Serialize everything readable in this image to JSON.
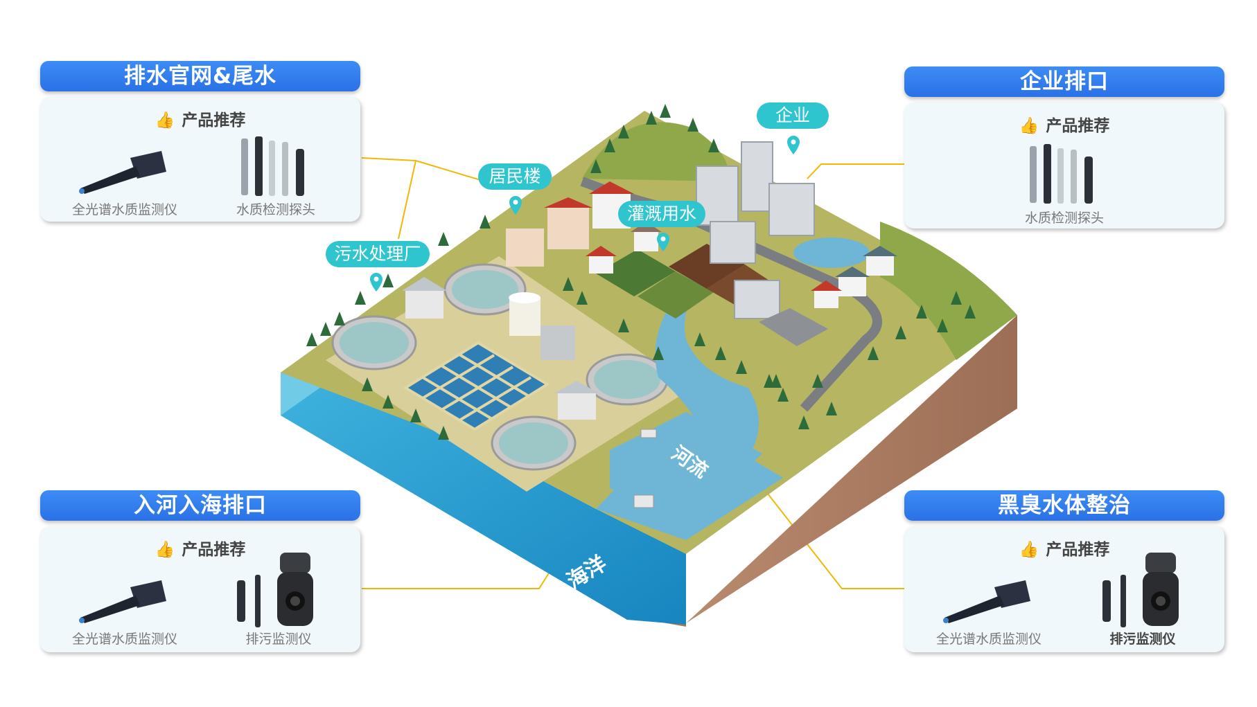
{
  "cards": {
    "drainage": {
      "title": "排水官网&尾水",
      "recommend": "产品推荐",
      "products": [
        "全光谱水质监测仪",
        "水质检测探头"
      ]
    },
    "enterprise": {
      "title": "企业排口",
      "recommend": "产品推荐",
      "products": [
        "水质检测探头"
      ]
    },
    "outfall": {
      "title": "入河入海排口",
      "recommend": "产品推荐",
      "products": [
        "全光谱水质监测仪",
        "排污监测仪"
      ]
    },
    "blackodor": {
      "title": "黑臭水体整治",
      "recommend": "产品推荐",
      "products": [
        "全光谱水质监测仪",
        "排污监测仪"
      ]
    }
  },
  "tags": {
    "enterprise": "企业",
    "residential": "居民楼",
    "irrigation": "灌溉用水",
    "sewage_plant": "污水处理厂"
  },
  "water": {
    "river": "河流",
    "ocean": "海洋"
  },
  "colors": {
    "title_blue": "#2a71e6",
    "tag_cyan": "#2ec5cf",
    "connector": "#f2b705",
    "card_bg": "#f0f8fb"
  },
  "icons": [
    "thumbs-up-icon",
    "map-pin-icon",
    "spectrum-analyzer-icon",
    "water-probe-icon",
    "dome-camera-icon"
  ]
}
